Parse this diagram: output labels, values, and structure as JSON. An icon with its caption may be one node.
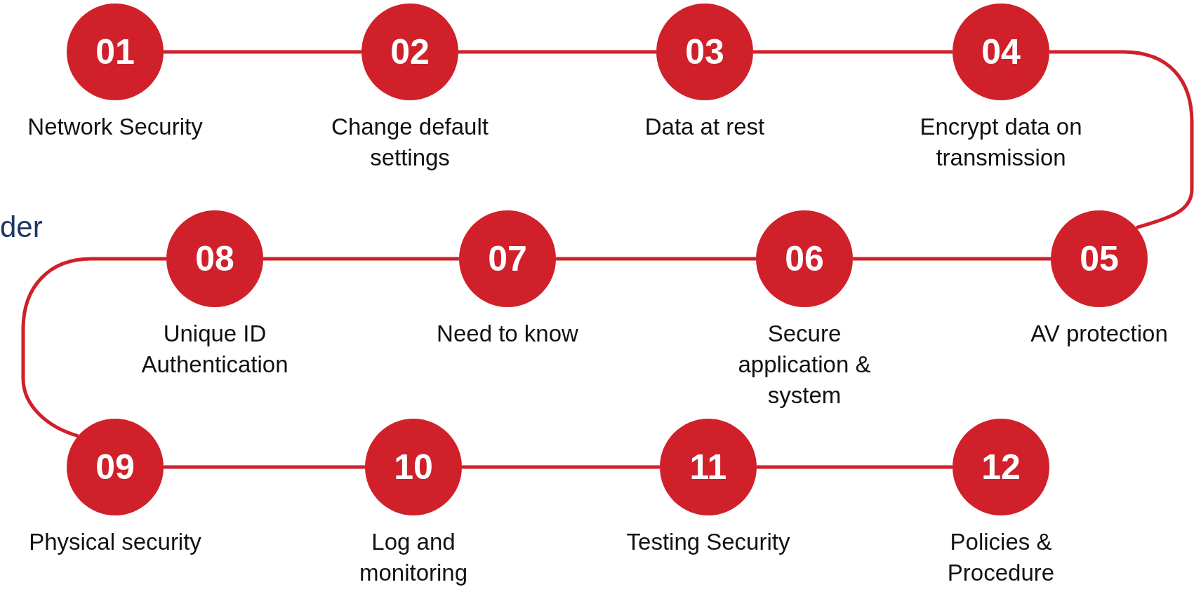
{
  "diagram": {
    "nodes": [
      {
        "text": [
          "01"
        ],
        "beside": [
          "Network Security"
        ]
      },
      {
        "text": [
          "02"
        ],
        "beside": [
          "Change default settings"
        ]
      },
      {
        "text": [
          "03"
        ],
        "beside": [
          "Data at rest"
        ]
      },
      {
        "text": [
          "04"
        ],
        "beside": [
          "Encrypt data on transmission"
        ]
      },
      {
        "text": [
          "05"
        ],
        "beside": [
          "AV protection"
        ]
      },
      {
        "text": [
          "06"
        ],
        "beside": [
          "Secure application & system"
        ]
      },
      {
        "text": [
          "07"
        ],
        "beside": [
          "Need to know"
        ]
      },
      {
        "text": [
          "08"
        ],
        "beside": [
          "Unique ID Authentication"
        ]
      },
      {
        "text": [
          "09"
        ],
        "beside": [
          "Physical security"
        ]
      },
      {
        "text": [
          "10"
        ],
        "beside": [
          "Log and monitoring"
        ]
      },
      {
        "text": [
          "11"
        ],
        "beside": [
          "Testing Security"
        ]
      },
      {
        "text": [
          "12"
        ],
        "beside": [
          "Policies & Procedure"
        ]
      }
    ],
    "edges": [
      {
        "from": 0,
        "to": 1,
        "arrow": "none"
      },
      {
        "from": 1,
        "to": 2,
        "arrow": "none"
      },
      {
        "from": 2,
        "to": 3,
        "arrow": "none"
      },
      {
        "from": 3,
        "to": 4,
        "arrow": "none"
      },
      {
        "from": 4,
        "to": 5,
        "arrow": "none"
      },
      {
        "from": 5,
        "to": 6,
        "arrow": "none"
      },
      {
        "from": 6,
        "to": 7,
        "arrow": "none"
      },
      {
        "from": 7,
        "to": 8,
        "arrow": "none"
      },
      {
        "from": 8,
        "to": 9,
        "arrow": "none"
      },
      {
        "from": 9,
        "to": 10,
        "arrow": "none"
      },
      {
        "from": 10,
        "to": 11,
        "arrow": "none"
      }
    ],
    "labels": [
      "der"
    ]
  }
}
